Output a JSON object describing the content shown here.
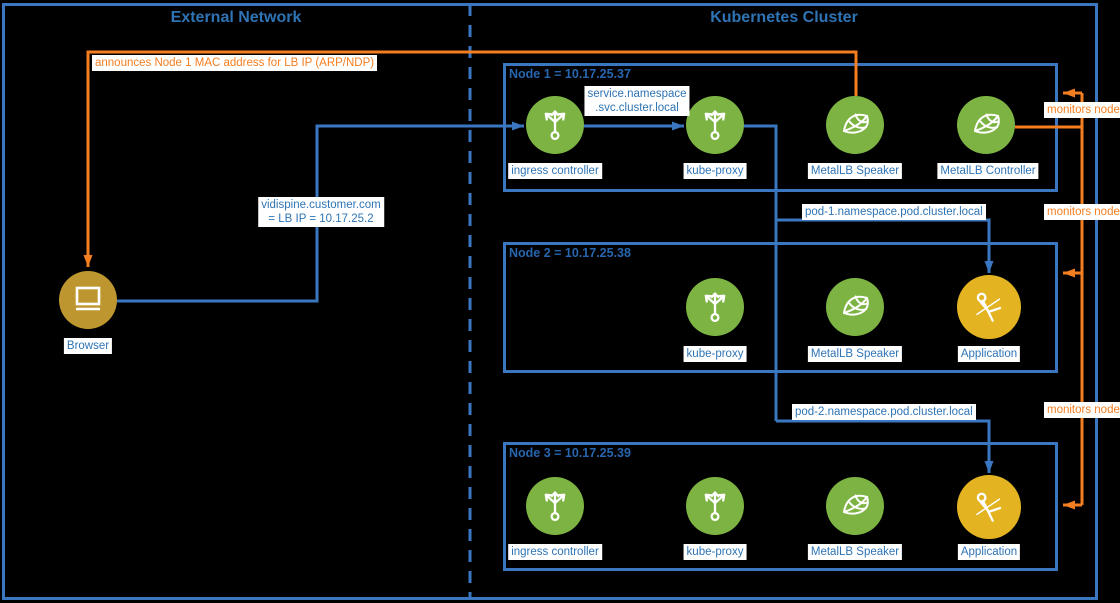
{
  "external_network": {
    "title": "External Network",
    "browser_label": "Browser"
  },
  "kubernetes_cluster": {
    "title": "Kubernetes Cluster",
    "nodes": [
      {
        "title": "Node 1 = 10.17.25.37",
        "components": [
          "ingress controller",
          "kube-proxy",
          "MetalLB Speaker",
          "MetalLB Controller"
        ]
      },
      {
        "title": "Node 2 = 10.17.25.38",
        "components": [
          "kube-proxy",
          "MetalLB Speaker",
          "Application"
        ]
      },
      {
        "title": "Node 3 = 10.17.25.39",
        "components": [
          "ingress controller",
          "kube-proxy",
          "MetalLB Speaker",
          "Application"
        ]
      }
    ]
  },
  "connections": {
    "announce_label": "announces Node 1 MAC address for LB IP (ARP/NDP)",
    "vidispine_label_line1": "vidispine.customer.com",
    "vidispine_label_line2": "= LB IP = 10.17.25.2",
    "service_dns_line1": "service.namespace",
    "service_dns_line2": ".svc.cluster.local",
    "pod1_dns": "pod-1.namespace.pod.cluster.local",
    "pod2_dns": "pod-2.namespace.pod.cluster.local",
    "monitors_label": "monitors node"
  },
  "colors": {
    "line_blue": "#3B76C0",
    "text_blue": "#2E74B5",
    "orange": "#F57E20",
    "pod_green": "#7CB342",
    "application_gold": "#E3B322",
    "browser_gold": "#BE9630",
    "background": "#000000"
  }
}
